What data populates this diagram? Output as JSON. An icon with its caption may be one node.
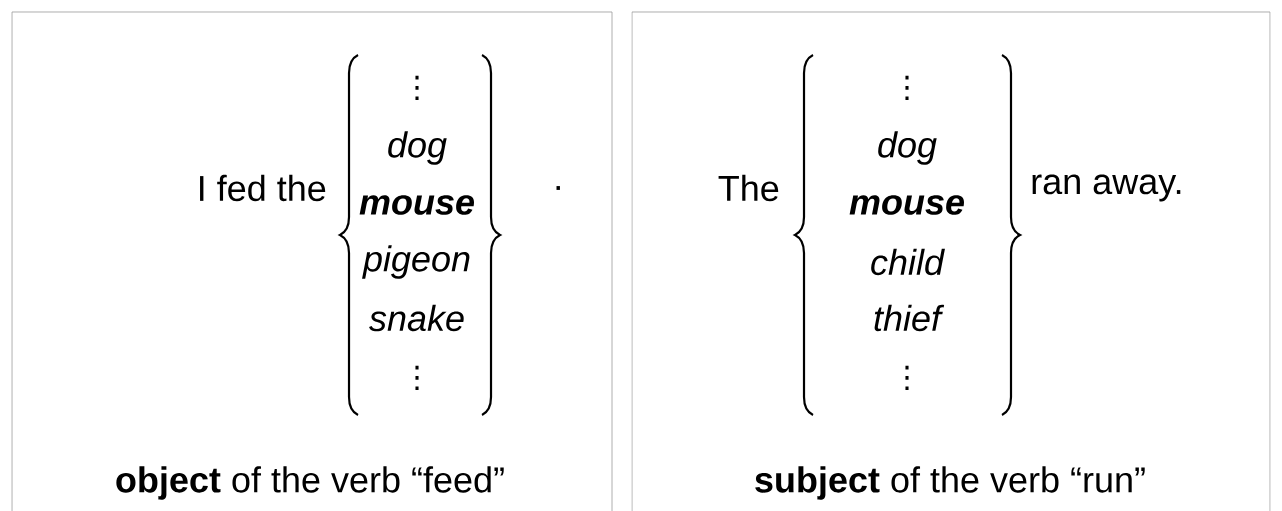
{
  "diagram": {
    "nodes": [
      {
        "text": [
          "I fed the",
          "⋮",
          "dog",
          "**mouse**",
          "pigeon",
          "snake",
          "⋮",
          ".",
          "**object** of the verb “feed”"
        ]
      },
      {
        "text": [
          "The",
          "⋮",
          "dog",
          "**mouse**",
          "child",
          "thief",
          "⋮",
          "ran away.",
          "**subject** of the verb “run”"
        ]
      }
    ]
  }
}
